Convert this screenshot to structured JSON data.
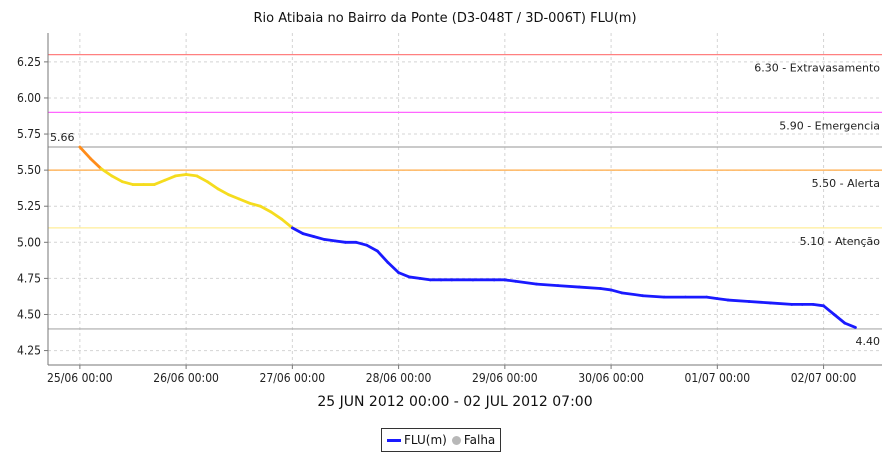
{
  "chart_data": {
    "type": "line",
    "title": "Rio Atibaia no Bairro da Ponte (D3-048T / 3D-006T) FLU(m)",
    "xlabel": "25 JUN 2012 00:00 - 02 JUL 2012 07:00",
    "ylabel": "",
    "ylim": [
      4.15,
      6.45
    ],
    "xlim": [
      -0.3,
      7.55
    ],
    "x_unit": "days since first tick",
    "yticks": [
      4.25,
      4.5,
      4.75,
      5.0,
      5.25,
      5.5,
      5.75,
      6.0,
      6.25
    ],
    "ytick_labels": [
      "4.25",
      "4.50",
      "4.75",
      "5.00",
      "5.25",
      "5.50",
      "5.75",
      "6.00",
      "6.25"
    ],
    "xticks": [
      0,
      1,
      2,
      3,
      4,
      5,
      6,
      7
    ],
    "xtick_labels": [
      "25/06 00:00",
      "26/06 00:00",
      "27/06 00:00",
      "28/06 00:00",
      "29/06 00:00",
      "30/06 00:00",
      "01/07 00:00",
      "02/07 00:00"
    ],
    "grid": true,
    "legend_position": "bottom-center",
    "thresholds": [
      {
        "value": 6.3,
        "label": "6.30 - Extravasamento",
        "color": "#ff8080"
      },
      {
        "value": 5.9,
        "label": "5.90 - Emergencia",
        "color": "#ff66ff"
      },
      {
        "value": 5.5,
        "label": "5.50 - Alerta",
        "color": "#ffaa44"
      },
      {
        "value": 5.1,
        "label": "5.10 - Atenção",
        "color": "#ffee99"
      },
      {
        "value": 5.66,
        "label": "5.66",
        "color": "#aaaaaa",
        "label_side": "left"
      },
      {
        "value": 4.4,
        "label": "4.40",
        "color": "#aaaaaa",
        "label_side": "right"
      }
    ],
    "series": [
      {
        "name": "FLU(m)",
        "color": "#1a1aff",
        "x": [
          0.0,
          0.1,
          0.2,
          0.3,
          0.4,
          0.5,
          0.6,
          0.7,
          0.8,
          0.9,
          1.0,
          1.1,
          1.2,
          1.3,
          1.4,
          1.5,
          1.6,
          1.7,
          1.8,
          1.9,
          2.0,
          2.1,
          2.2,
          2.3,
          2.4,
          2.5,
          2.6,
          2.7,
          2.8,
          2.9,
          3.0,
          3.1,
          3.2,
          3.3,
          3.4,
          3.5,
          3.7,
          3.9,
          4.0,
          4.1,
          4.3,
          4.5,
          4.7,
          4.9,
          5.0,
          5.1,
          5.3,
          5.5,
          5.7,
          5.9,
          6.0,
          6.1,
          6.3,
          6.5,
          6.7,
          6.8,
          6.9,
          7.0,
          7.1,
          7.2,
          7.3
        ],
        "y": [
          5.66,
          5.58,
          5.51,
          5.46,
          5.42,
          5.4,
          5.4,
          5.4,
          5.43,
          5.46,
          5.47,
          5.46,
          5.42,
          5.37,
          5.33,
          5.3,
          5.27,
          5.25,
          5.21,
          5.16,
          5.1,
          5.06,
          5.04,
          5.02,
          5.01,
          5.0,
          5.0,
          4.98,
          4.94,
          4.86,
          4.79,
          4.76,
          4.75,
          4.74,
          4.74,
          4.74,
          4.74,
          4.74,
          4.74,
          4.73,
          4.71,
          4.7,
          4.69,
          4.68,
          4.67,
          4.65,
          4.63,
          4.62,
          4.62,
          4.62,
          4.61,
          4.6,
          4.59,
          4.58,
          4.57,
          4.57,
          4.57,
          4.56,
          4.5,
          4.44,
          4.41
        ]
      },
      {
        "name": "Falha",
        "color": "#b8b8b8",
        "x": [],
        "y": []
      }
    ]
  }
}
